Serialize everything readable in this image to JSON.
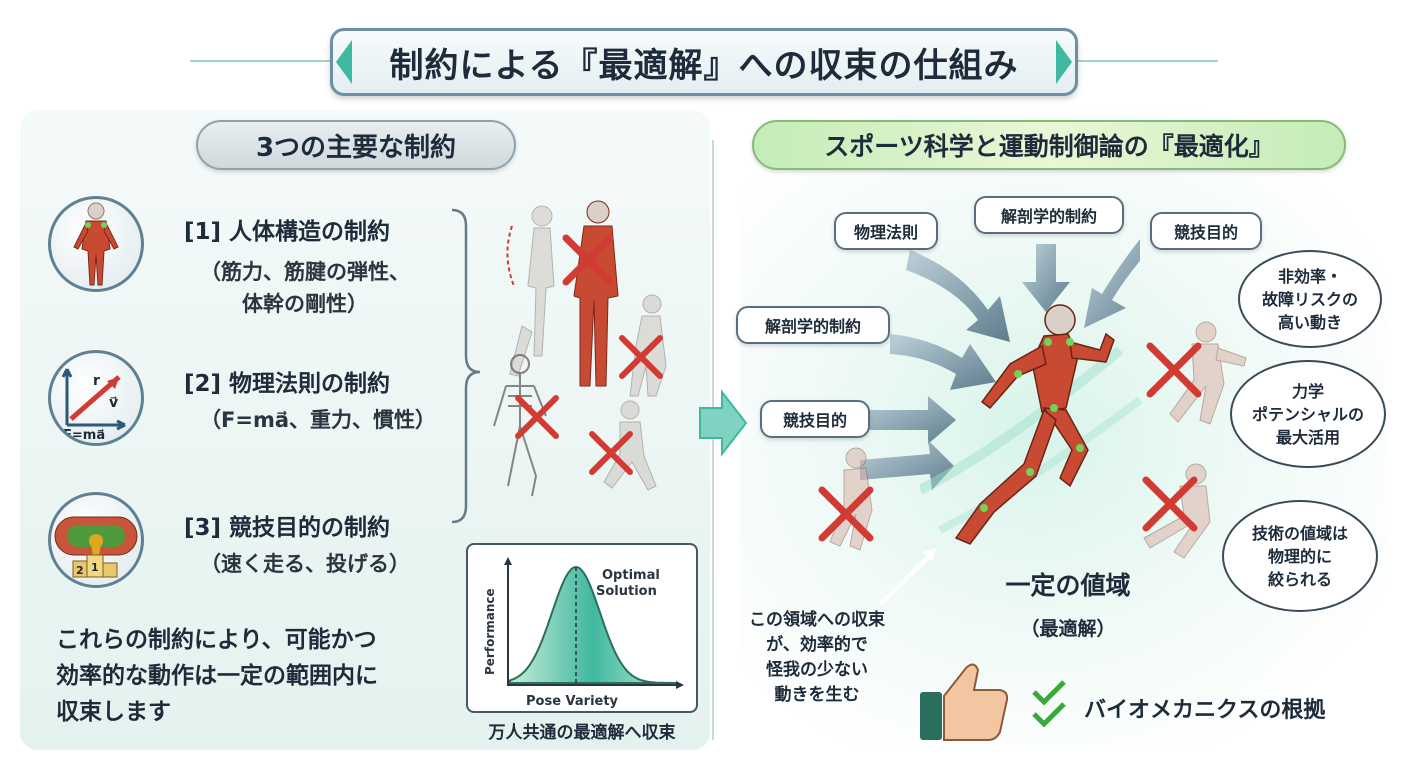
{
  "title": "制約による『最適解』への収束の仕組み",
  "left": {
    "header": "3つの主要な制約",
    "constraints": [
      {
        "title": "[1] 人体構造の制約",
        "detail_line1": "（筋力、筋腱の弾性、",
        "detail_line2": "体幹の剛性）",
        "icon": "anatomy-icon"
      },
      {
        "title": "[2] 物理法則の制約",
        "detail_line1": "（F=ma⃗、重力、慣性）",
        "detail_line2": "",
        "icon": "physics-vector-icon",
        "icon_labels": {
          "r": "r",
          "v": "v⃗",
          "formula": "F=ma⃗"
        }
      },
      {
        "title": "[3] 競技目的の制約",
        "detail_line1": "（速く走る、投げる）",
        "detail_line2": "",
        "icon": "track-trophy-icon",
        "podium": {
          "first": "1",
          "second": "2"
        }
      }
    ],
    "summary_lines": [
      "これらの制約により、可能かつ",
      "効率的な動作は一定の範囲内に",
      "収束します"
    ],
    "chart_caption": "万人共通の最適解へ収束"
  },
  "chart_data": {
    "type": "area",
    "xlabel": "Pose Variety",
    "ylabel": "Performance",
    "annotation_line1": "Optimal",
    "annotation_line2": "Solution",
    "grid": false
  },
  "right": {
    "header": "スポーツ科学と運動制御論の『最適化』",
    "arrow_labels": {
      "physics": "物理法則",
      "anatomy_top": "解剖学的制約",
      "competition_top": "競技目的",
      "anatomy_left": "解剖学的制約",
      "competition_left": "競技目的"
    },
    "bubbles": {
      "inefficient": [
        "非効率・",
        "故障リスクの",
        "高い動き"
      ],
      "mechanics": [
        "力学",
        "ポテンシャルの",
        "最大活用"
      ],
      "technique": [
        "技術の値域は",
        "物理的に",
        "絞られる"
      ]
    },
    "center_label": "一定の値域",
    "center_sublabel": "（最適解）",
    "convergence_lines": [
      "この領域への収束",
      "が、効率的で",
      "怪我の少ない",
      "動きを生む"
    ],
    "footer": "バイオメカニクスの根拠"
  },
  "colors": {
    "accent_teal": "#3fb8a0",
    "cross_red": "#d23a34",
    "muscle_red": "#c84a32",
    "joint_green": "#6fd45a",
    "check_green": "#3aa83a"
  }
}
